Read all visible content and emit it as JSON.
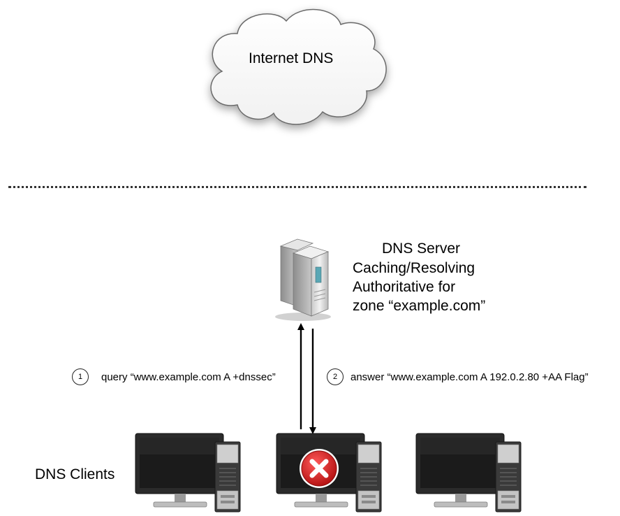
{
  "cloud": {
    "label": "Internet DNS"
  },
  "server": {
    "title": "DNS Server",
    "lines": [
      "Caching/Resolving",
      "Authoritative for",
      "zone “example.com”"
    ]
  },
  "steps": [
    {
      "num": "1",
      "text": "query “www.example.com A +dnssec”"
    },
    {
      "num": "2",
      "text": "answer “www.example.com A 192.0.2.80 +AA Flag”"
    }
  ],
  "clients": {
    "label": "DNS Clients"
  },
  "colors": {
    "error": "#d81e1e",
    "arrow": "#000000",
    "screen": "#1b1b1b"
  }
}
